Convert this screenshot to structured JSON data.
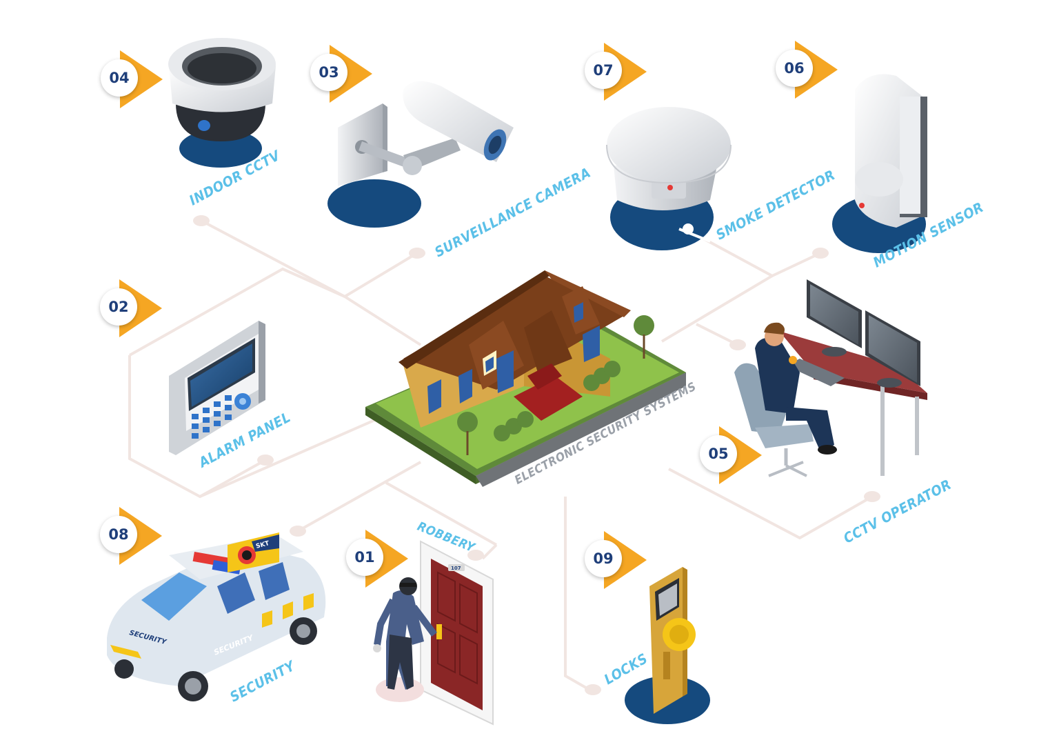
{
  "title": "ELECTRONIC SECURITY SYSTEMS",
  "colors": {
    "label": "#5bc0e8",
    "badge_text": "#1f3f7a",
    "arrow": "#f5a623",
    "arrow_light": "#fbd36b",
    "base_ellipse": "#154a7e",
    "connector": "#f1e5e1"
  },
  "items": [
    {
      "number": "04",
      "label": "INDOOR CCTV",
      "icon": "dome-camera-icon"
    },
    {
      "number": "03",
      "label": "SURVEILLANCE CAMERA",
      "icon": "bullet-camera-icon"
    },
    {
      "number": "07",
      "label": "SMOKE DETECTOR",
      "icon": "smoke-detector-icon"
    },
    {
      "number": "06",
      "label": "MOTION SENSOR",
      "icon": "motion-sensor-icon"
    },
    {
      "number": "02",
      "label": "ALARM PANEL",
      "icon": "alarm-panel-icon"
    },
    {
      "number": "05",
      "label": "CCTV OPERATOR",
      "icon": "operator-icon"
    },
    {
      "number": "08",
      "label": "SECURITY",
      "icon": "security-car-icon"
    },
    {
      "number": "01",
      "label": "ROBBERY",
      "icon": "burglar-icon"
    },
    {
      "number": "09",
      "label": "LOCKS",
      "icon": "lock-icon"
    }
  ],
  "car_text": {
    "side": "SECURITY",
    "hood": "SECURITY",
    "roof_sign": "SKT"
  },
  "door_number": "107"
}
